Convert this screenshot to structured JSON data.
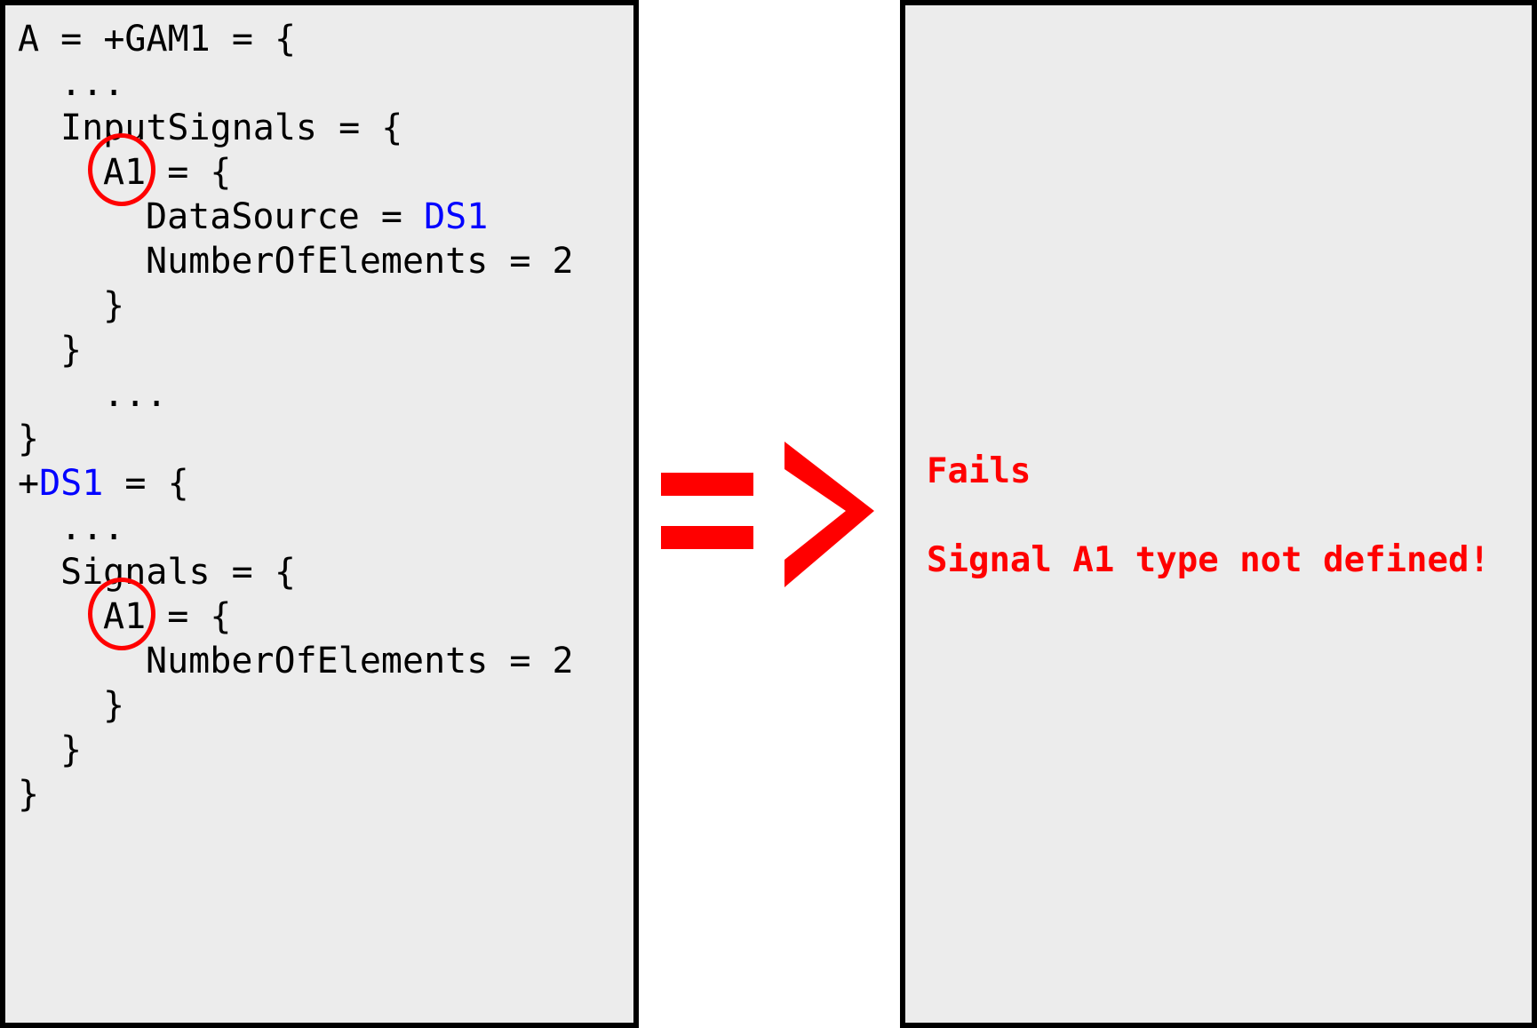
{
  "code": {
    "lines": [
      {
        "text": "A = +GAM1 = {"
      },
      {
        "text": "..."
      },
      {
        "text": "InputSignals = {"
      },
      {
        "text": "A1 = {"
      },
      {
        "pre": "DataSource = ",
        "highlight": "DS1"
      },
      {
        "text": "NumberOfElements = 2"
      },
      {
        "text": "}"
      },
      {
        "text": "}"
      },
      {
        "text": "..."
      },
      {
        "text": "}"
      },
      {
        "pre": "+",
        "highlight": "DS1",
        "post": " = {"
      },
      {
        "text": "..."
      },
      {
        "text": "Signals = {"
      },
      {
        "text": "A1 = {"
      },
      {
        "text": "NumberOfElements = 2"
      },
      {
        "text": "}"
      },
      {
        "text": "}"
      },
      {
        "text": "}"
      }
    ]
  },
  "result": {
    "status": "Fails",
    "message": "Signal A1 type not defined!"
  },
  "colors": {
    "highlight": "#0000ff",
    "error": "#ff0000",
    "panel_bg": "#ececec",
    "border": "#000000"
  },
  "icons": {
    "arrow": "implies-arrow-icon",
    "marker": "circle-marker-icon"
  }
}
